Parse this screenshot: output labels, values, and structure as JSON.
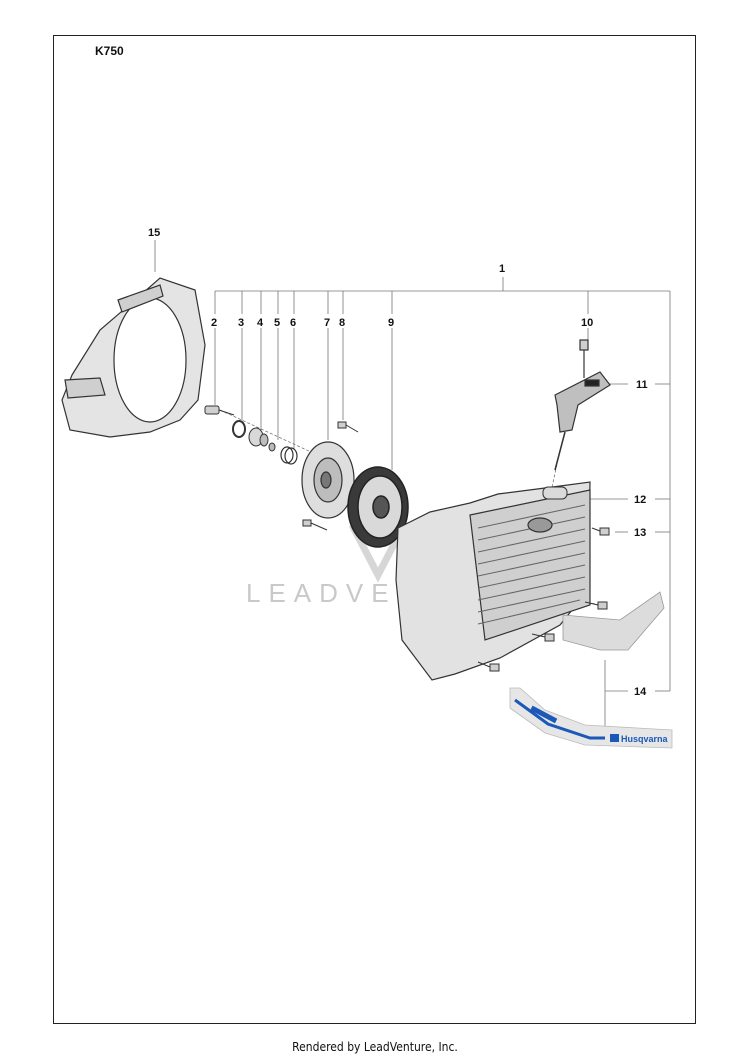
{
  "document": {
    "model": "K750",
    "footer": "Rendered by LeadVenture, Inc.",
    "watermark": "LEADVENTURE",
    "decal_brand": "Husqvarna"
  },
  "callouts": [
    "1",
    "2",
    "3",
    "4",
    "5",
    "6",
    "7",
    "8",
    "9",
    "10",
    "11",
    "12",
    "13",
    "14",
    "15"
  ]
}
